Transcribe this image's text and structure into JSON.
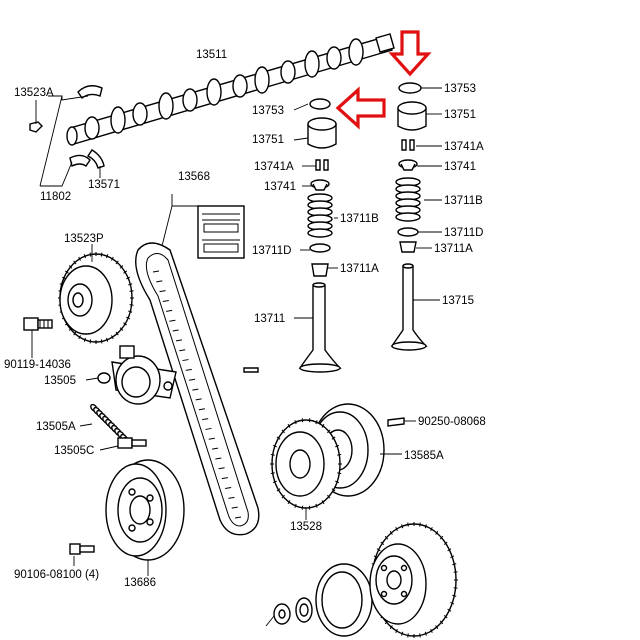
{
  "labels": {
    "camshaft": "13511",
    "bearing_upper": "13523A",
    "bearing_lower": "11802",
    "thrust": "13571",
    "shim_left": "13753",
    "shim_right": "13753",
    "lifter_left": "13751",
    "lifter_right": "13751",
    "keeper_left": "13741A",
    "keeper_right": "13741A",
    "retainer_left": "13741",
    "retainer_right": "13741",
    "spring_left": "13711B",
    "spring_right": "13711B",
    "seat_left": "13711D",
    "seat_right": "13711D",
    "seal_left": "13711A",
    "seal_right": "13711A",
    "intake_valve": "13711",
    "exhaust_valve": "13715",
    "timing_belt": "13568",
    "cam_pulley": "13523P",
    "cam_bolt": "90119-14036",
    "tensioner": "13505",
    "tensioner_spring": "13505A",
    "tensioner_stud": "13505C",
    "crank_bolt": "90106-08100 (4)",
    "crank_pulley": "13686",
    "key": "90250-08068",
    "guide": "13585A",
    "crank_timing_pulley": "13528"
  },
  "accent": {
    "arrow_color": "#e01010"
  },
  "icons": [
    "down-arrow-icon",
    "left-arrow-icon"
  ]
}
